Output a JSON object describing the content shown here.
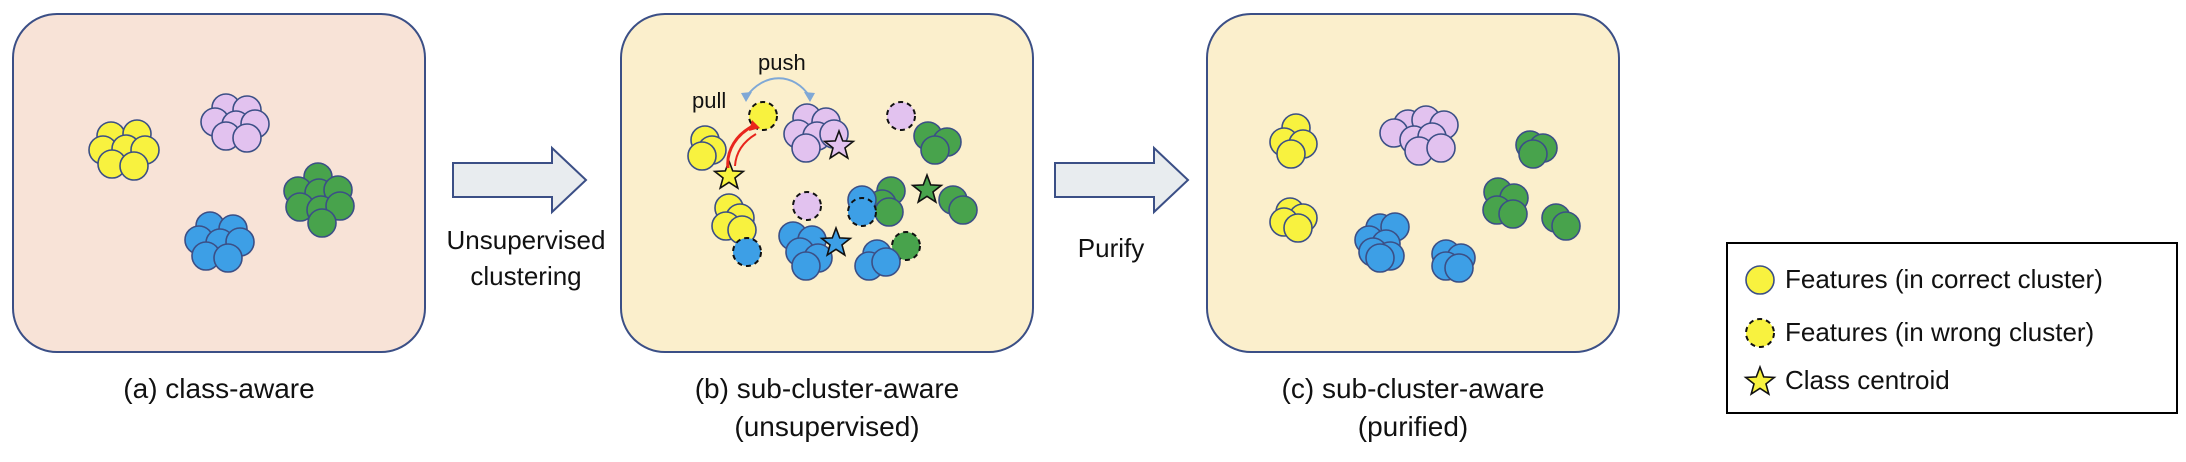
{
  "panels": [
    {
      "id": "a",
      "caption_line1": "(a) class-aware",
      "caption_line2": "",
      "background": "#f8e3d7"
    },
    {
      "id": "b",
      "caption_line1": "(b) sub-cluster-aware",
      "caption_line2": "(unsupervised)",
      "background": "#fbefcc",
      "pull_label": "pull",
      "push_label": "push"
    },
    {
      "id": "c",
      "caption_line1": "(c) sub-cluster-aware",
      "caption_line2": "(purified)",
      "background": "#fbefcc"
    }
  ],
  "arrows": [
    {
      "label_line1": "Unsupervised",
      "label_line2": "clustering"
    },
    {
      "label_line1": "Purify",
      "label_line2": ""
    }
  ],
  "legend": {
    "items": [
      {
        "label": "Features (in correct cluster)",
        "marker": "solid-circle"
      },
      {
        "label": "Features (in wrong cluster)",
        "marker": "dashed-circle"
      },
      {
        "label": "Class centroid",
        "marker": "star"
      }
    ]
  },
  "colors": {
    "yellow": "#f8f23f",
    "violet": "#e2c2ef",
    "blue": "#3d9fe6",
    "green": "#48a34c",
    "panel_border": "#3b4f86",
    "arrow_fill": "#e8ecef",
    "arrow_stroke": "#3b4f86",
    "pull": "#e8251c",
    "push": "#2f6fb0"
  }
}
